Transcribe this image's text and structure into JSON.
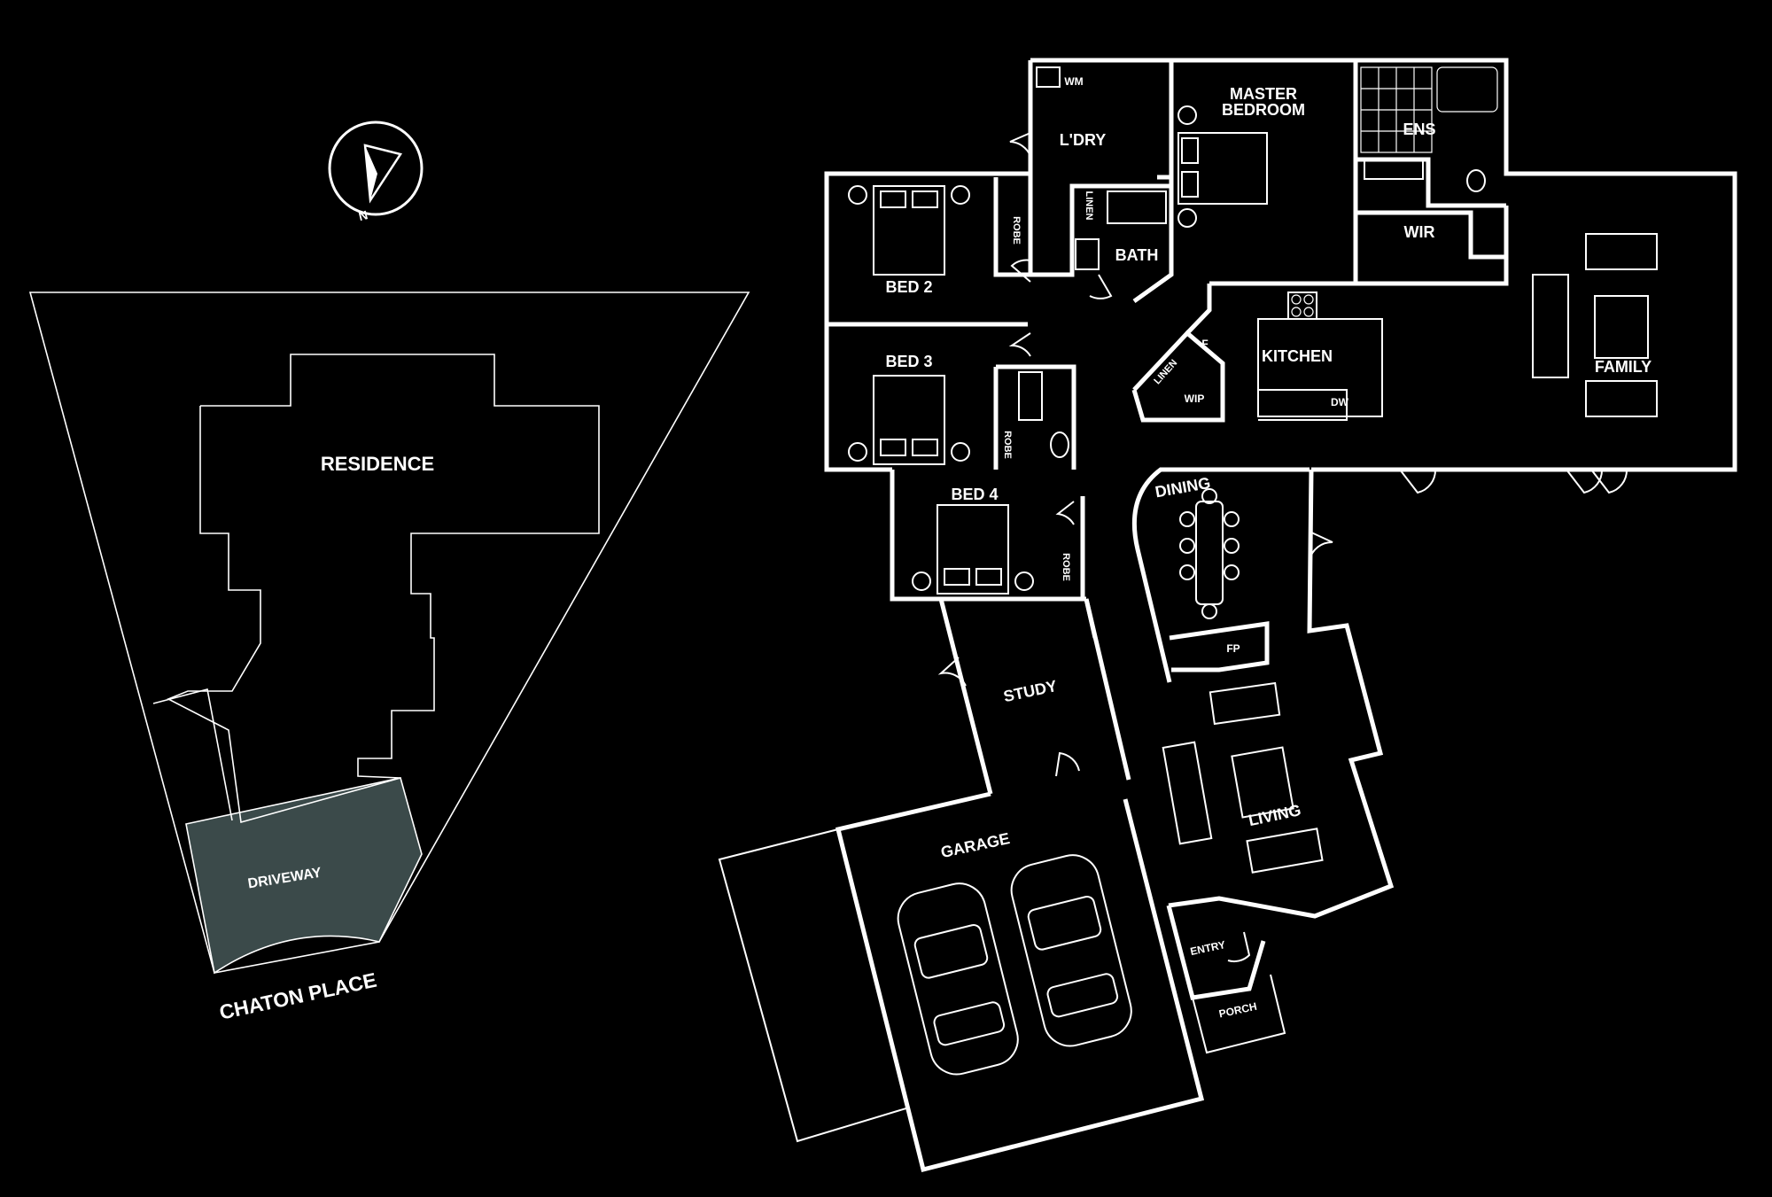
{
  "site_plan": {
    "residence_label": "RESIDENCE",
    "driveway_label": "DRIVEWAY",
    "street_label": "CHATON PLACE",
    "driveway_color": "#3b4a4a"
  },
  "compass": {
    "north_label": "N"
  },
  "rooms": {
    "master_bedroom_line1": "MASTER",
    "master_bedroom_line2": "BEDROOM",
    "ens": "ENS",
    "wm": "WM",
    "laundry": "L'DRY",
    "linen_upper": "LINEN",
    "bath": "BATH",
    "bed2": "BED 2",
    "robe_bed2": "ROBE",
    "wir": "WIR",
    "kitchen": "KITCHEN",
    "fridge": "F",
    "linen_kitchen": "LINEN",
    "wip": "WIP",
    "dw": "DW",
    "family": "FAMILY",
    "bed3": "BED 3",
    "robe_bed3": "ROBE",
    "bed4": "BED 4",
    "robe_bed4": "ROBE",
    "dining": "DINING",
    "fp": "FP",
    "study": "STUDY",
    "living": "LIVING",
    "garage": "GARAGE",
    "entry": "ENTRY",
    "porch": "PORCH"
  }
}
